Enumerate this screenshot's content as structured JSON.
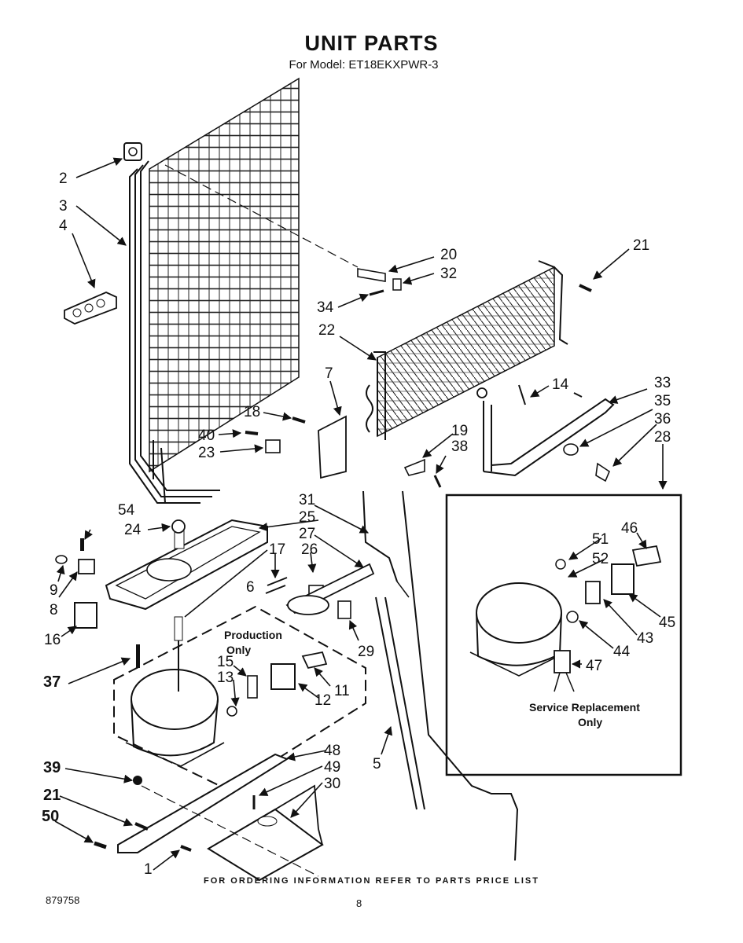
{
  "header": {
    "title": "UNIT PARTS",
    "subtitle": "For Model: ET18EKXPWR-3"
  },
  "notes": {
    "production_only": [
      "Production",
      "Only"
    ],
    "service_replacement": [
      "Service Replacement",
      "Only"
    ]
  },
  "footer": {
    "ordering_info": "FOR ORDERING INFORMATION REFER TO PARTS PRICE LIST",
    "document_number": "879758",
    "page_number": "8"
  },
  "callouts": {
    "c1": "1",
    "c2": "2",
    "c3": "3",
    "c4": "4",
    "c5": "5",
    "c6": "6",
    "c7": "7",
    "c8": "8",
    "c9": "9",
    "c11": "11",
    "c12": "12",
    "c13": "13",
    "c14": "14",
    "c15": "15",
    "c16": "16",
    "c17": "17",
    "c18": "18",
    "c19": "19",
    "c20": "20",
    "c21a": "21",
    "c21b": "21",
    "c22": "22",
    "c23": "23",
    "c24": "24",
    "c25": "25",
    "c26": "26",
    "c27": "27",
    "c28": "28",
    "c29": "29",
    "c30": "30",
    "c31": "31",
    "c32": "32",
    "c33": "33",
    "c34": "34",
    "c35": "35",
    "c36": "36",
    "c37": "37",
    "c38": "38",
    "c39": "39",
    "c40": "40",
    "c43": "43",
    "c44": "44",
    "c45": "45",
    "c46": "46",
    "c47": "47",
    "c48": "48",
    "c49": "49",
    "c50": "50",
    "c51": "51",
    "c52": "52",
    "c54": "54"
  }
}
